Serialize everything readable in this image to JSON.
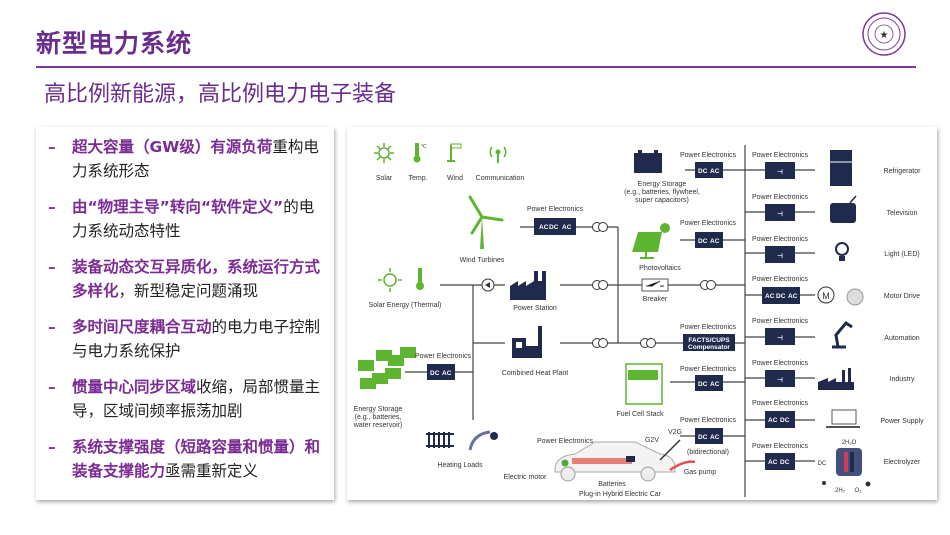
{
  "header": {
    "title": "新型电力系统",
    "subtitle": "高比例新能源，高比例电力电子装备",
    "logo": "清华大学"
  },
  "bullets": [
    {
      "bold": "超大容量（GW级）有源负荷",
      "normal": "重构电力系统形态"
    },
    {
      "bold": "由“物理主导”转向“软件定义”",
      "normal": "的电力系统动态特性"
    },
    {
      "bold": "装备动态交互异质化，系统运行方式多样化",
      "normal": "，新型稳定问题涌现"
    },
    {
      "bold": "多时间尺度耦合互动",
      "normal": "的电力电子控制与电力系统保护"
    },
    {
      "bold": "惯量中心同步区域",
      "normal": "收缩，局部惯量主导，区域间频率振荡加剧"
    },
    {
      "bold": "系统支撑强度（短路容量和惯量）和装备支撑能力",
      "normal": "亟需重新定义"
    }
  ],
  "bullet_dash": "–",
  "diagram": {
    "sensors": {
      "solar": "Solar",
      "temp": "Temp.",
      "wind": "Wind",
      "communication": "Communication",
      "temp_unit": "°C"
    },
    "pe": "Power Electronics",
    "ac": "AC",
    "dc": "DC",
    "wind_turbines": "Wind Turbines",
    "solar_thermal": "Solar Energy (Thermal)",
    "power_station": "Power Station",
    "combined_heat_plant": "Combined Heat Plant",
    "energy_storage_top": [
      "Energy Storage",
      "(e.g., batteries, flywheel,",
      "super capacitors)"
    ],
    "photovoltaics": "Photovoltaics",
    "breaker": "Breaker",
    "facts": [
      "FACTS/CUPS",
      "Compensator"
    ],
    "fuel_cell": "Fuel Cell Stack",
    "energy_storage_left": [
      "Energy Storage",
      "(e.g., batteries,",
      "water reservoir)"
    ],
    "heating_loads": "Heating Loads",
    "electric_motor": "Electric motor",
    "batteries": "Batteries",
    "phev": "Plug-in Hybrid Electric Car",
    "g2v": "G2V",
    "v2g": "V2G",
    "gas_pump": "Gas pump",
    "bidirectional": "(bidirectional)",
    "motor_symbol": "M",
    "loads": [
      "Refrigerator",
      "Television",
      "Light (LED)",
      "Motor Drive",
      "Automation",
      "Industry",
      "Power Supply",
      "Electrolyzer"
    ],
    "electrolyzer": {
      "h2o": "2H₂O",
      "dc": "DC",
      "h2": "2H₂",
      "o2": "O₂"
    }
  },
  "colors": {
    "accent": "#6a2c8e",
    "green": "#5db532",
    "navy": "#1f2a4d"
  }
}
